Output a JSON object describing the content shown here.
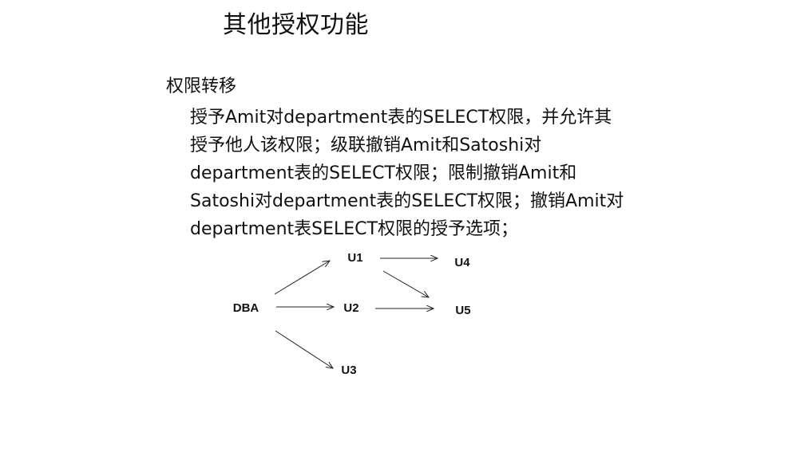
{
  "slide": {
    "title": "其他授权功能",
    "section_heading": "权限转移",
    "body_lines": [
      "授予Amit对department表的SELECT权限，并允许其",
      "授予他人该权限；级联撤销Amit和Satoshi对",
      "department表的SELECT权限；限制撤销Amit和",
      "Satoshi对department表的SELECT权限；撤销Amit对",
      "department表SELECT权限的授予选项；"
    ]
  },
  "diagram": {
    "nodes": [
      {
        "id": "DBA",
        "label": "DBA"
      },
      {
        "id": "U1",
        "label": "U1"
      },
      {
        "id": "U2",
        "label": "U2"
      },
      {
        "id": "U3",
        "label": "U3"
      },
      {
        "id": "U4",
        "label": "U4"
      },
      {
        "id": "U5",
        "label": "U5"
      }
    ],
    "edges": [
      {
        "from": "DBA",
        "to": "U1"
      },
      {
        "from": "DBA",
        "to": "U2"
      },
      {
        "from": "DBA",
        "to": "U3"
      },
      {
        "from": "U1",
        "to": "U4"
      },
      {
        "from": "U1",
        "to": "U5"
      },
      {
        "from": "U2",
        "to": "U5"
      }
    ],
    "line_color": "#222222"
  }
}
